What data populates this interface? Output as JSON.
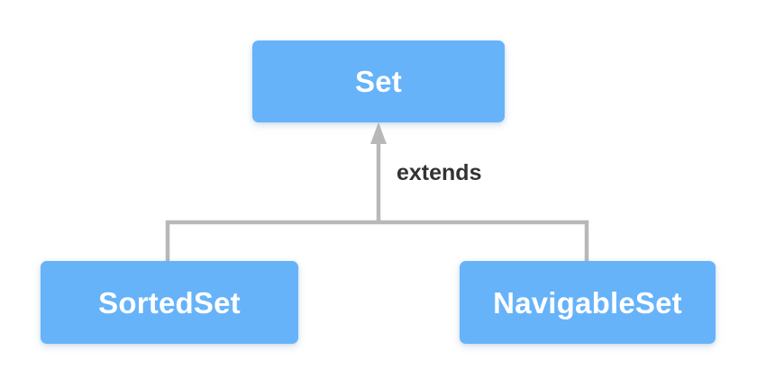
{
  "diagram": {
    "type": "class-hierarchy",
    "background_color": "#ffffff",
    "node_fill_color": "#66b3fa",
    "node_text_color": "#ffffff",
    "connector_color": "#b8b8b8",
    "edge_label_color": "#333333",
    "nodes": [
      {
        "id": "set",
        "label": "Set",
        "role": "parent-interface"
      },
      {
        "id": "sortedset",
        "label": "SortedSet",
        "role": "child-interface"
      },
      {
        "id": "navigableset",
        "label": "NavigableSet",
        "role": "child-interface"
      }
    ],
    "edges": [
      {
        "from": "sortedset",
        "to": "set",
        "label": "extends",
        "arrow": "hollow-triangle-filled-gray"
      },
      {
        "from": "navigableset",
        "to": "set",
        "label": "extends",
        "arrow": "hollow-triangle-filled-gray"
      }
    ],
    "edge_label": "extends"
  }
}
